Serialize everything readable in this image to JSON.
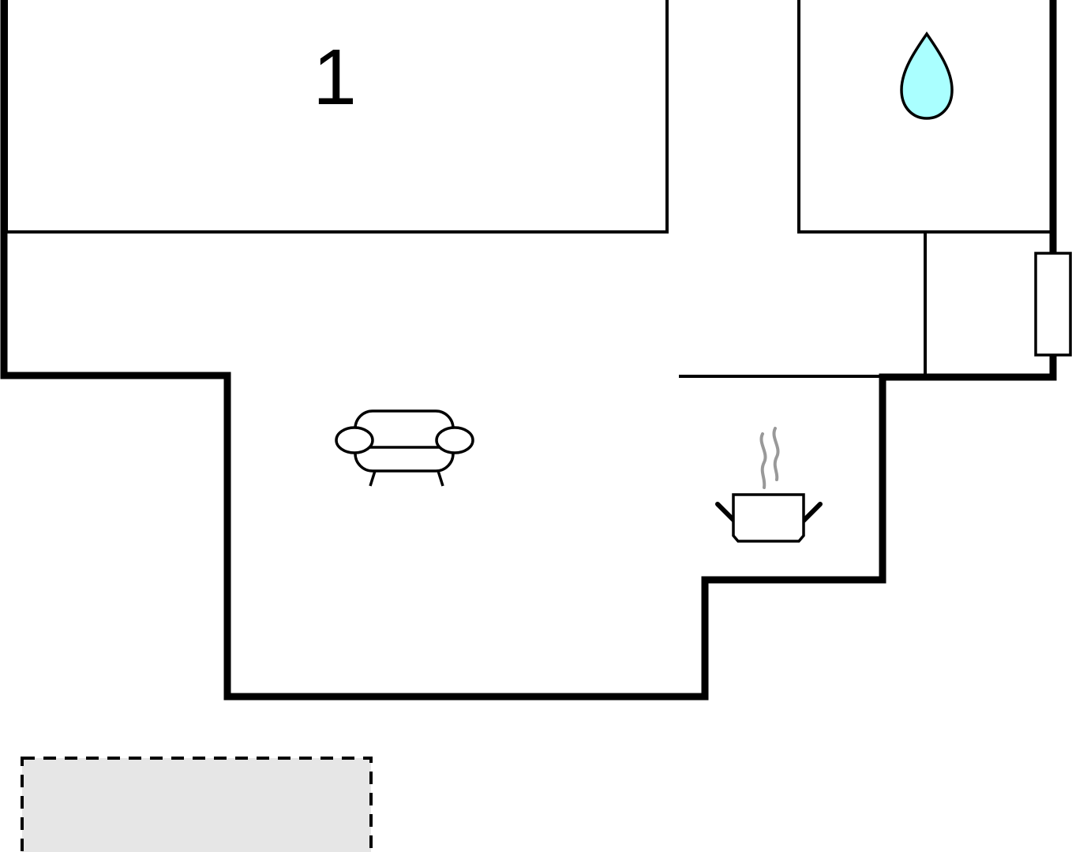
{
  "plan": {
    "rooms": [
      {
        "label": "1",
        "icon": "bed-number"
      }
    ],
    "icons": {
      "bathroom": "water-drop-icon",
      "living": "sofa-icon",
      "kitchen": "cooking-pot-icon",
      "entrance": "door-icon"
    },
    "terrace": "terrace-area",
    "colors": {
      "wall": "#000000",
      "water_drop": "#aaffff",
      "steam": "#999999",
      "terrace_fill": "#e6e6e6",
      "background": "#ffffff"
    }
  }
}
